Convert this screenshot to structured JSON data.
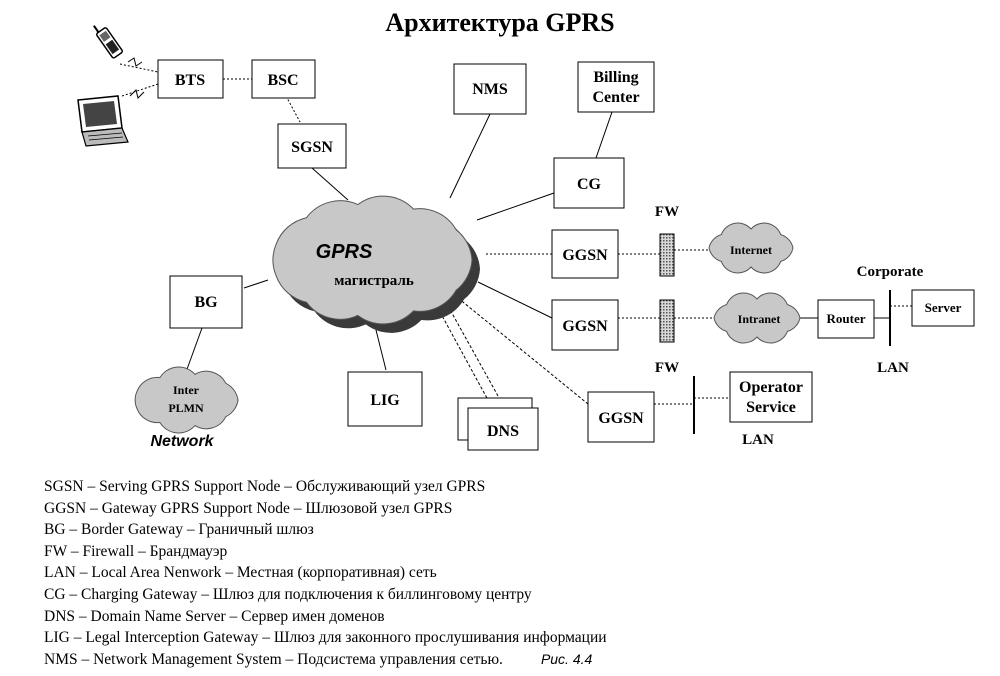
{
  "title": "Архитектура  GPRS",
  "nodes": {
    "bts": "BTS",
    "bsc": "BSC",
    "sgsn": "SGSN",
    "nms": "NMS",
    "billing_1": "Billing",
    "billing_2": "Center",
    "cg": "CG",
    "ggsn_1": "GGSN",
    "ggsn_2": "GGSN",
    "ggsn_3": "GGSN",
    "bg": "BG",
    "lig": "LIG",
    "dns": "DNS",
    "router": "Router",
    "server": "Server",
    "operator_1": "Operator",
    "operator_2": "Service"
  },
  "clouds": {
    "backbone_1": "GPRS",
    "backbone_2": "магистраль",
    "internet": "Internet",
    "intranet": "Intranet",
    "plmn_1": "Inter",
    "plmn_2": "PLMN",
    "plmn_3": "Network"
  },
  "labels": {
    "fw_top": "FW",
    "fw_bottom": "FW",
    "corporate": "Corporate",
    "lan_corporate": "LAN",
    "lan_operator": "LAN"
  },
  "legend": [
    "SGSN – Serving  GPRS Support Node – Обслуживающий узел GPRS",
    "GGSN – Gateway GPRS Support Node – Шлюзовой узел GPRS",
    "BG – Border Gateway – Граничный шлюз",
    "FW – Firewall  – Брандмауэр",
    "LAN – Local Area Nenwork – Местная (корпоративная) сеть",
    "CG – Charging  Gateway – Шлюз для подключения к биллинговому центру",
    "DNS – Domain Name  Server – Сервер имен доменов",
    "LIG – Legal  Interception  Gateway – Шлюз для законного прослушивания информации",
    "NMS – Network Management  System – Подсистема управления сетью."
  ],
  "caption": "Рис. 4.4"
}
